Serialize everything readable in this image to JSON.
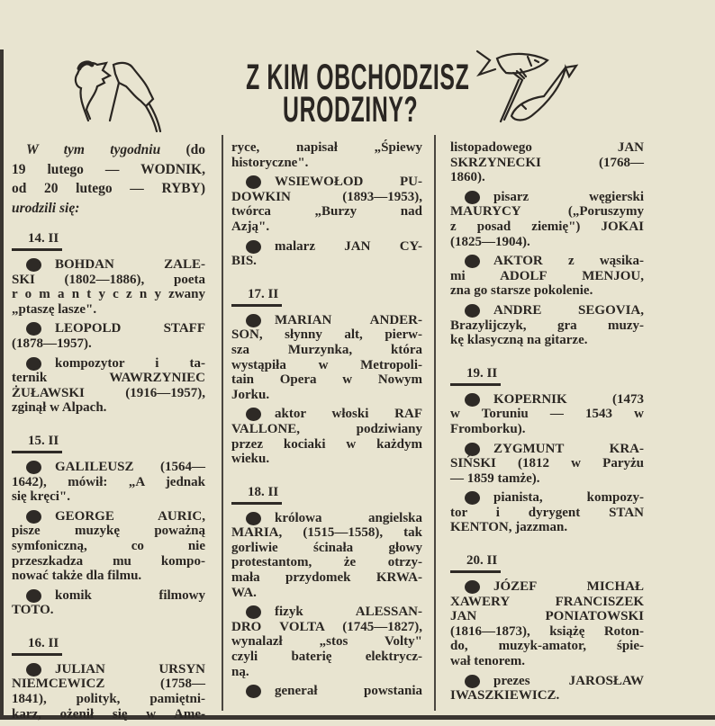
{
  "title": {
    "line1": "Z KIM OBCHODZISZ",
    "line2": "URODZINY?"
  },
  "illustrations": {
    "left": "aquarius-water-bearer-drawing",
    "right": "pisces-fish-and-fork-drawing"
  },
  "intro": {
    "l1_italic": "W tym tygodniu",
    "l1_rest": "(do",
    "l2": "19 lutego — WODNIK,",
    "l3": "od 20 lutego — RYBY)",
    "l4_italic": "urodzili się:"
  },
  "columns": [
    [
      {
        "type": "date",
        "text": "14. II"
      },
      {
        "type": "entry",
        "lines": [
          "BOHDAN ZALE-",
          "SKI (1802—1886), poeta",
          "r o m a n t y c z n y   zwany",
          "„ptaszę lasze\"."
        ]
      },
      {
        "type": "entry",
        "lines": [
          "LEOPOLD STAFF",
          "(1878—1957)."
        ]
      },
      {
        "type": "entry",
        "lines": [
          "kompozytor i ta-",
          "ternik WAWRZYNIEC",
          "ŻUŁAWSKI (1916—1957),",
          "zginął w Alpach."
        ]
      },
      {
        "type": "date",
        "text": "15. II"
      },
      {
        "type": "entry",
        "lines": [
          "GALILEUSZ (1564—",
          "1642), mówił: „A jednak",
          "się kręci\"."
        ]
      },
      {
        "type": "entry",
        "lines": [
          "GEORGE AURIC,",
          "pisze muzykę poważną",
          "symfoniczną, co nie",
          "przeszkadza mu kompo-",
          "nować także dla filmu."
        ]
      },
      {
        "type": "entry",
        "lines": [
          "komik filmowy",
          "TOTO."
        ]
      },
      {
        "type": "date",
        "text": "16. II"
      },
      {
        "type": "entry",
        "continues": true,
        "lines": [
          "JULIAN URSYN",
          "NIEMCEWICZ (1758—",
          "1841), polityk, pamiętni-",
          "karz, ożenił się w Ame-"
        ]
      }
    ],
    [
      {
        "type": "continuation",
        "lines": [
          "ryce, napisał „Śpiewy",
          "historyczne\"."
        ]
      },
      {
        "type": "entry",
        "lines": [
          "WSIEWOŁOD PU-",
          "DOWKIN (1893—1953),",
          "twórca „Burzy nad",
          "Azją\"."
        ]
      },
      {
        "type": "entry",
        "lines": [
          "malarz JAN CY-",
          "BIS."
        ]
      },
      {
        "type": "date",
        "text": "17. II"
      },
      {
        "type": "entry",
        "lines": [
          "MARIAN ANDER-",
          "SON, słynny alt, pierw-",
          "sza Murzynka, która",
          "wystąpiła w Metropoli-",
          "tain Opera w Nowym",
          "Jorku."
        ]
      },
      {
        "type": "entry",
        "lines": [
          "aktor włoski RAF",
          "VALLONE, podziwiany",
          "przez kociaki w każdym",
          "wieku."
        ]
      },
      {
        "type": "date",
        "text": "18. II"
      },
      {
        "type": "entry",
        "lines": [
          "królowa angielska",
          "MARIA, (1515—1558), tak",
          "gorliwie ścinała głowy",
          "protestantom, że otrzy-",
          "mała przydomek KRWA-",
          "WA."
        ]
      },
      {
        "type": "entry",
        "lines": [
          "fizyk ALESSAN-",
          "DRO VOLTA (1745—1827),",
          "wynalazł „stos Volty\"",
          "czyli baterię elektrycz-",
          "ną."
        ]
      },
      {
        "type": "entry",
        "continues": true,
        "lines": [
          "generał powstania"
        ]
      }
    ],
    [
      {
        "type": "continuation",
        "lines": [
          "listopadowego JAN",
          "SKRZYNECKI (1768—",
          "1860)."
        ]
      },
      {
        "type": "entry",
        "lines": [
          "pisarz węgierski",
          "MAURYCY („Poruszymy",
          "z posad ziemię\") JOKAI",
          "(1825—1904)."
        ]
      },
      {
        "type": "entry",
        "lines": [
          "AKTOR z wąsika-",
          "mi ADOLF MENJOU,",
          "zna go starsze pokolenie."
        ]
      },
      {
        "type": "entry",
        "lines": [
          "ANDRE SEGOVIA,",
          "Brazylijczyk, gra muzy-",
          "kę klasyczną na gitarze."
        ]
      },
      {
        "type": "date",
        "text": "19. II"
      },
      {
        "type": "entry",
        "lines": [
          "KOPERNIK (1473",
          "w Toruniu — 1543 w",
          "Fromborku)."
        ]
      },
      {
        "type": "entry",
        "lines": [
          "ZYGMUNT KRA-",
          "SIŃSKI (1812 w Paryżu",
          "— 1859 tamże)."
        ]
      },
      {
        "type": "entry",
        "lines": [
          "pianista, kompozy-",
          "tor i dyrygent STAN",
          "KENTON, jazzman."
        ]
      },
      {
        "type": "date",
        "text": "20. II"
      },
      {
        "type": "entry",
        "lines": [
          "JÓZEF MICHAŁ",
          "XAWERY FRANCISZEK",
          "JAN PONIATOWSKI",
          "(1816—1873), książę Roton-",
          "do, muzyk-amator, śpie-",
          "wał tenorem."
        ]
      },
      {
        "type": "entry",
        "lines": [
          "prezes JAROSŁAW",
          "IWASZKIEWICZ."
        ]
      }
    ]
  ],
  "colors": {
    "paper": "#e8e4d0",
    "ink": "#2b2723"
  }
}
